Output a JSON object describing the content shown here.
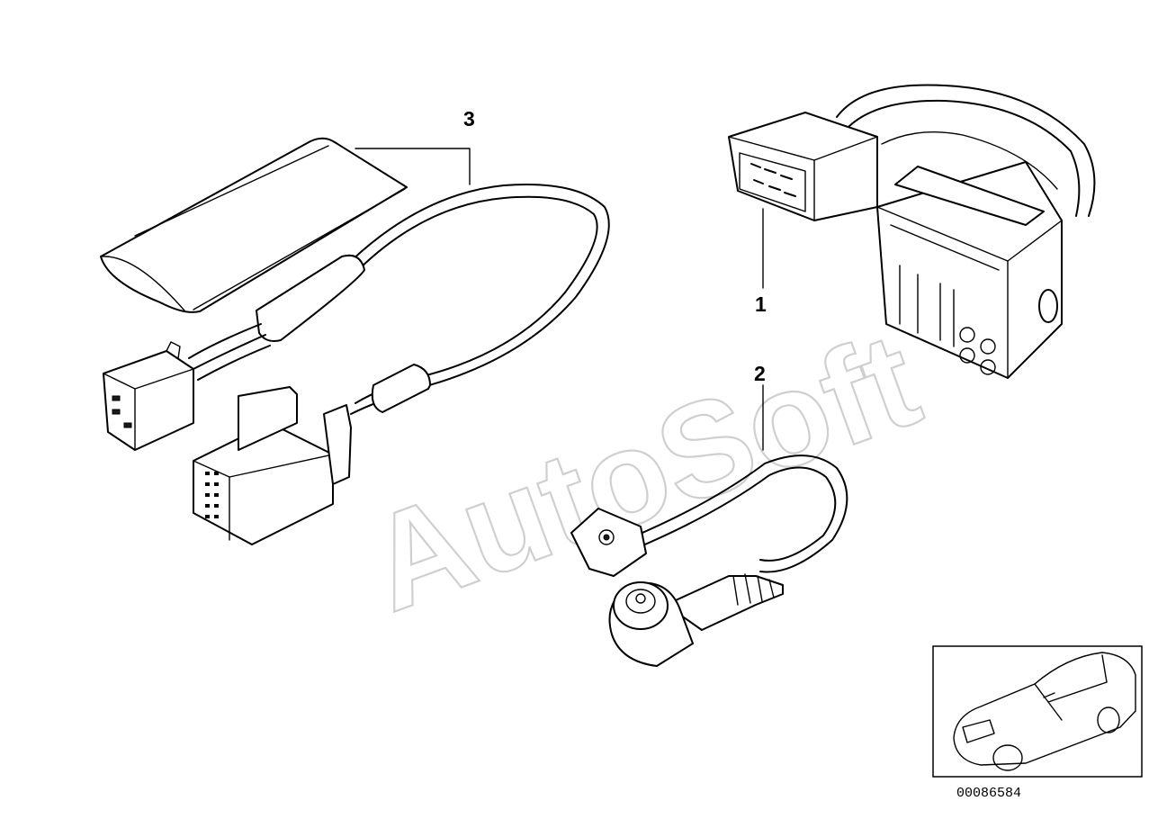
{
  "watermark": "AutoSoft",
  "parts": [
    {
      "number": "1"
    },
    {
      "number": "2"
    },
    {
      "number": "3"
    }
  ],
  "document_number": "00086584"
}
